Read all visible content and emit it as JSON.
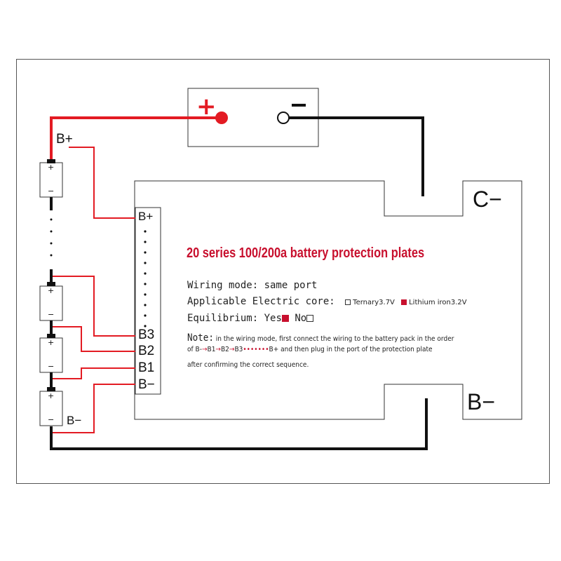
{
  "title": "20 series 100/200a battery protection plates",
  "wiring_mode": "Wiring mode: same port",
  "core": {
    "label": "Applicable Electric core:",
    "option1": "Ternary3.7V",
    "option2": "Lithium iron3.2V"
  },
  "equilibrium": {
    "label": "Equilibrium:",
    "yes": "Yes",
    "no": "No"
  },
  "note": {
    "label": "Note:",
    "line1": "in the wiring mode, first connect the wiring to the battery pack in the order",
    "line2_prefix": "of",
    "seq": [
      "B-",
      "B1",
      "B2",
      "B3"
    ],
    "line2_suffix": "B+ and then plug in the port of the protection plate",
    "line3": "after confirming the correct sequence."
  },
  "pins": {
    "bplus": "B+",
    "b3": "B3",
    "b2": "B2",
    "b1": "B1",
    "bminus": "B−"
  },
  "ports": {
    "c_minus": "C−",
    "b_minus": "B−"
  },
  "pack": {
    "bplus": "B+",
    "bminus": "B−"
  },
  "cell": {
    "plus": "+",
    "minus": "−"
  },
  "load": {
    "plus": "+"
  },
  "colors": {
    "red_wire": "#e31b23",
    "black_wire": "#111111",
    "title_red": "#c8102e"
  }
}
